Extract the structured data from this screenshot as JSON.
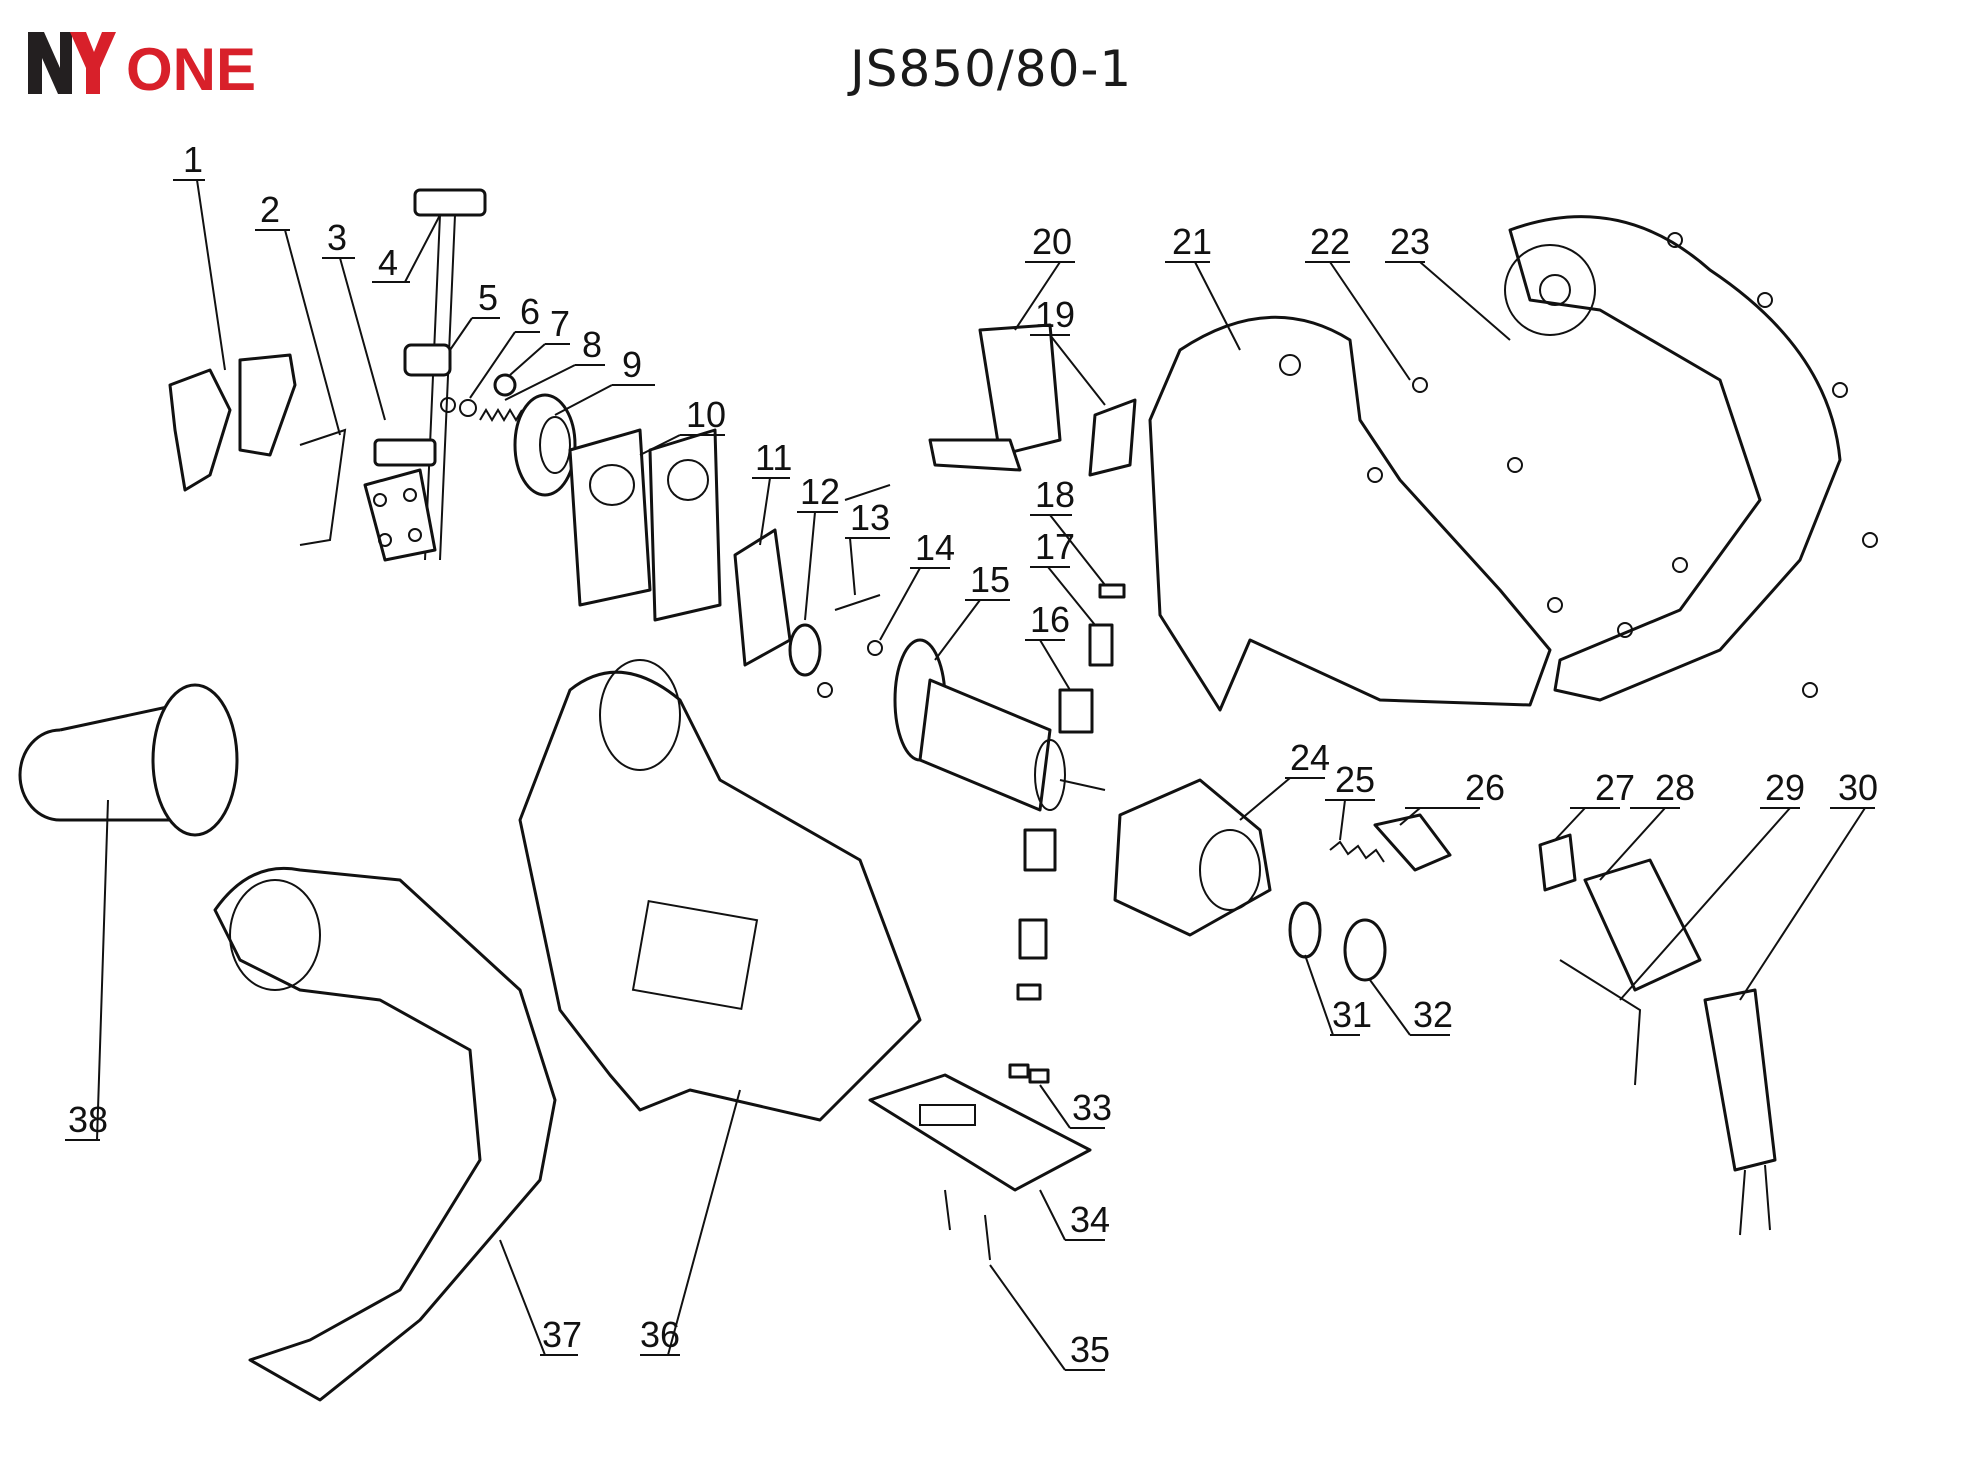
{
  "header": {
    "brand": "NY ONE",
    "model": "JS850/80-1"
  },
  "colors": {
    "brand_red": "#d8202a",
    "brand_dark": "#231f20",
    "line": "#111111"
  },
  "parts": [
    "1",
    "2",
    "3",
    "4",
    "5",
    "6",
    "7",
    "8",
    "9",
    "10",
    "11",
    "12",
    "13",
    "14",
    "15",
    "16",
    "17",
    "18",
    "19",
    "20",
    "21",
    "22",
    "23",
    "24",
    "25",
    "26",
    "27",
    "28",
    "29",
    "30",
    "31",
    "32",
    "33",
    "34",
    "35",
    "36",
    "37",
    "38"
  ]
}
